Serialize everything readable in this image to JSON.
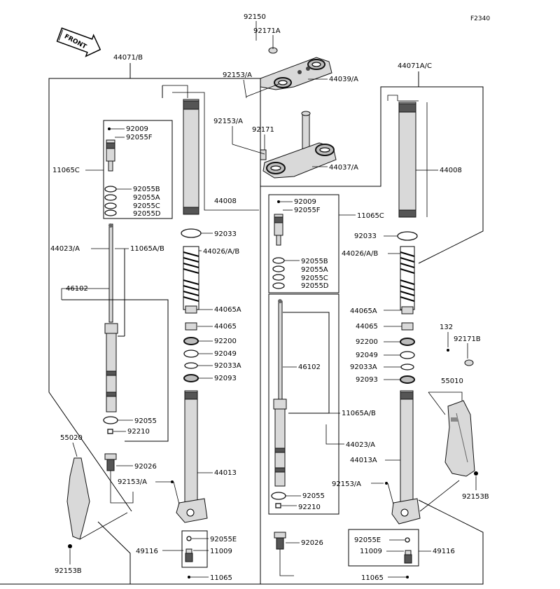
{
  "figure_code": "F2340",
  "front_label": "FRONT",
  "labels": {
    "l_92150": "92150",
    "l_92171A": "92171A",
    "l_92153A_top": "92153/A",
    "l_44039A": "44039/A",
    "l_92153A_mid": "92153/A",
    "l_92171": "92171",
    "l_44037A": "44037/A",
    "l_44071B": "44071/B",
    "l_44071AC": "44071A/C",
    "l_L_92009": "92009",
    "l_L_92055F": "92055F",
    "l_L_11065C": "11065C",
    "l_L_92055B": "92055B",
    "l_L_92055A": "92055A",
    "l_L_92055C": "92055C",
    "l_L_92055D": "92055D",
    "l_L_44008": "44008",
    "l_L_92033": "92033",
    "l_L_44023A": "44023/A",
    "l_L_11065AB": "11065A/B",
    "l_L_44026AB": "44026/A/B",
    "l_L_46102": "46102",
    "l_L_44065A": "44065A",
    "l_L_44065": "44065",
    "l_L_92200": "92200",
    "l_L_92049": "92049",
    "l_L_92033A": "92033A",
    "l_L_92093": "92093",
    "l_L_92055": "92055",
    "l_L_92210": "92210",
    "l_L_55020": "55020",
    "l_L_92026": "92026",
    "l_L_92153A": "92153/A",
    "l_L_44013": "44013",
    "l_L_92055E": "92055E",
    "l_L_49116": "49116",
    "l_L_11009": "11009",
    "l_L_92153B": "92153B",
    "l_L_11065": "11065",
    "l_R_92009": "92009",
    "l_R_92055F": "92055F",
    "l_R_11065C": "11065C",
    "l_R_44008": "44008",
    "l_R_92033": "92033",
    "l_R_92055B": "92055B",
    "l_R_92055A": "92055A",
    "l_R_92055C": "92055C",
    "l_R_92055D": "92055D",
    "l_R_44026AB": "44026/A/B",
    "l_R_44065A": "44065A",
    "l_R_44065": "44065",
    "l_R_92200": "92200",
    "l_R_92049": "92049",
    "l_R_92033A": "92033A",
    "l_R_92093": "92093",
    "l_R_46102": "46102",
    "l_R_11065AB": "11065A/B",
    "l_R_44023A": "44023/A",
    "l_R_44013A": "44013A",
    "l_R_92153A": "92153/A",
    "l_R_92055": "92055",
    "l_R_92210": "92210",
    "l_R_92026": "92026",
    "l_R_92055E": "92055E",
    "l_R_49116": "49116",
    "l_R_11009": "11009",
    "l_R_11065": "11065",
    "l_R_132": "132",
    "l_R_92171B": "92171B",
    "l_R_55010": "55010",
    "l_R_92153B": "92153B"
  }
}
